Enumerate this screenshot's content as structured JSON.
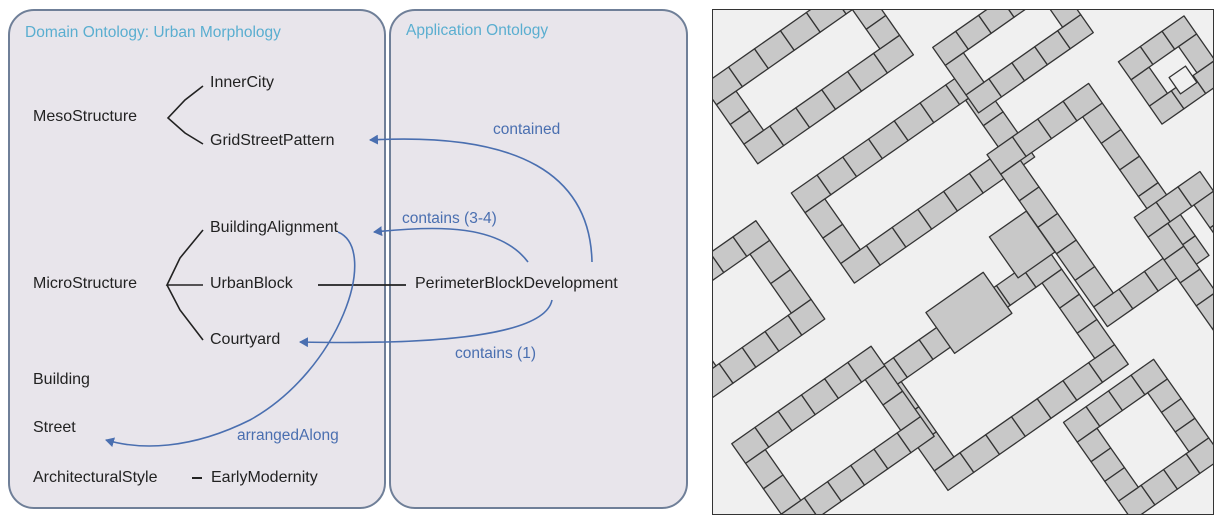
{
  "domain_panel": {
    "title": "Domain Ontology: Urban Morphology"
  },
  "application_panel": {
    "title": "Application Ontology"
  },
  "terms": {
    "meso_structure": "MesoStructure",
    "inner_city": "InnerCity",
    "grid_street_pattern": "GridStreetPattern",
    "micro_structure": "MicroStructure",
    "building_alignment": "BuildingAlignment",
    "urban_block": "UrbanBlock",
    "courtyard": "Courtyard",
    "building": "Building",
    "street": "Street",
    "architectural_style": "ArchitecturalStyle",
    "early_modernity": "EarlyModernity",
    "perimeter_block_development": "PerimeterBlockDevelopment",
    "style_connector": "–"
  },
  "relations": {
    "contained": "contained",
    "contains_3_4": "contains (3-4)",
    "contains_1": "contains (1)",
    "arranged_along": "arrangedAlong"
  },
  "colors": {
    "panel_fill": "#e8e5eb",
    "panel_border": "#6f7f98",
    "title_text": "#5aaed0",
    "relation_arrow": "#4a6fb0",
    "term_text": "#222222",
    "map_background": "#f0f0f0",
    "building_fill": "#c8c8c8",
    "building_outline": "#333333"
  }
}
